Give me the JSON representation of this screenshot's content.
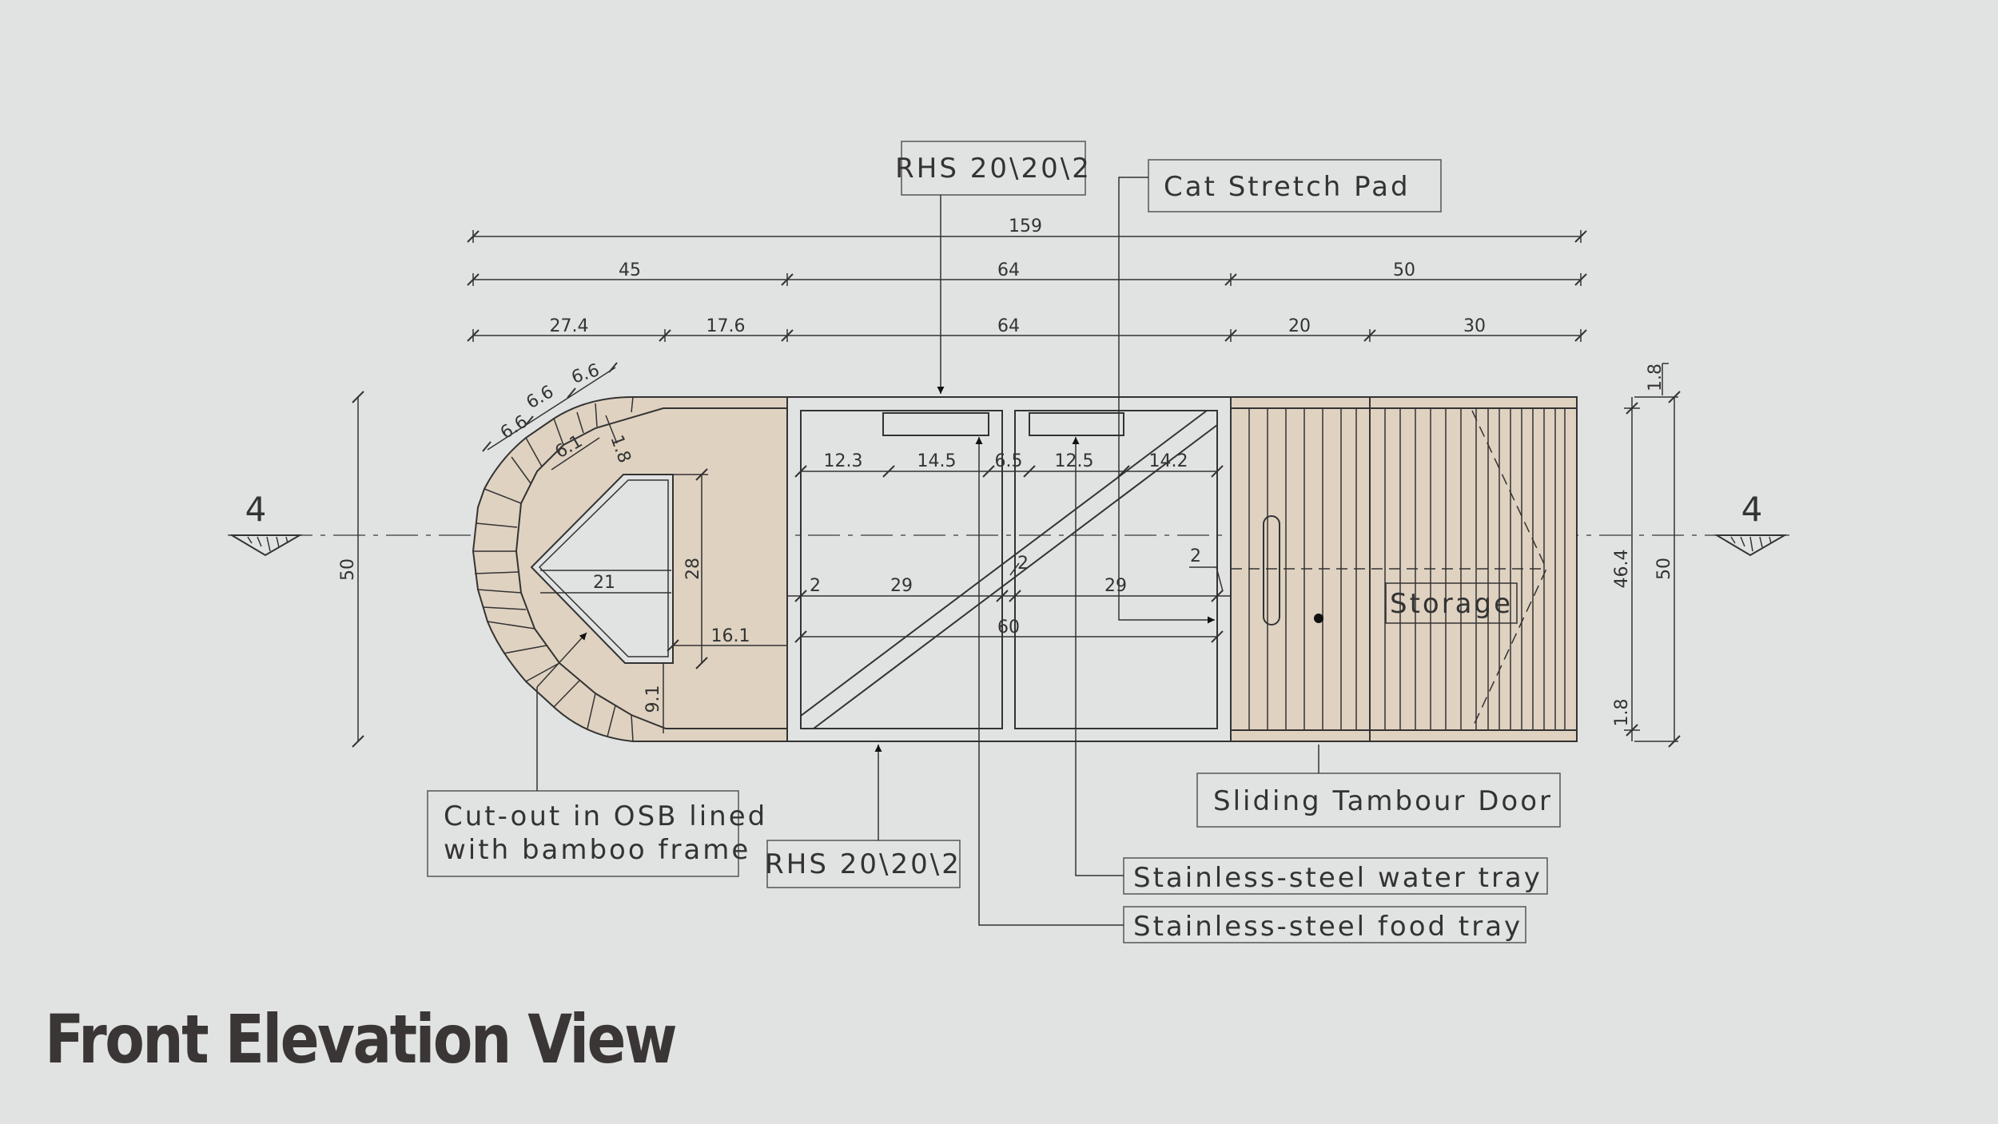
{
  "title": "Front Elevation View",
  "section_marker": "4",
  "labels": {
    "rhs_top": "RHS 20\\20\\2",
    "rhs_bottom": "RHS 20\\20\\2",
    "cat_stretch_pad": "Cat Stretch Pad",
    "cutout_line1": "Cut-out in OSB lined",
    "cutout_line2": "with bamboo frame",
    "sliding_door": "Sliding Tambour Door",
    "water_tray": "Stainless-steel water tray",
    "food_tray": "Stainless-steel food tray",
    "storage": "Storage"
  },
  "dims": {
    "overall": "159",
    "d45": "45",
    "d64a": "64",
    "d50top": "50",
    "d27_4": "27.4",
    "d17_6": "17.6",
    "d64b": "64",
    "d20": "20",
    "d30": "30",
    "arc1": "6.6",
    "arc2": "6.6",
    "arc3": "6.6",
    "d6_1": "6.1",
    "d1_8a": "1.8",
    "d28": "28",
    "d21": "21",
    "d16_1": "16.1",
    "d9_1": "9.1",
    "d50left": "50",
    "d12_3": "12.3",
    "d14_5": "14.5",
    "d6_5": "6.5",
    "d12_5": "12.5",
    "d14_2": "14.2",
    "d2a": "2",
    "d29a": "29",
    "d2b": "2",
    "d29b": "29",
    "d2c": "2",
    "d60": "60",
    "d1_8top": "1.8",
    "d46_4": "46.4",
    "d50right": "50",
    "d1_8bot": "1.8"
  },
  "colors": {
    "background": "#e1e3e2",
    "wood": "#dfd2c1",
    "line": "#333333"
  }
}
